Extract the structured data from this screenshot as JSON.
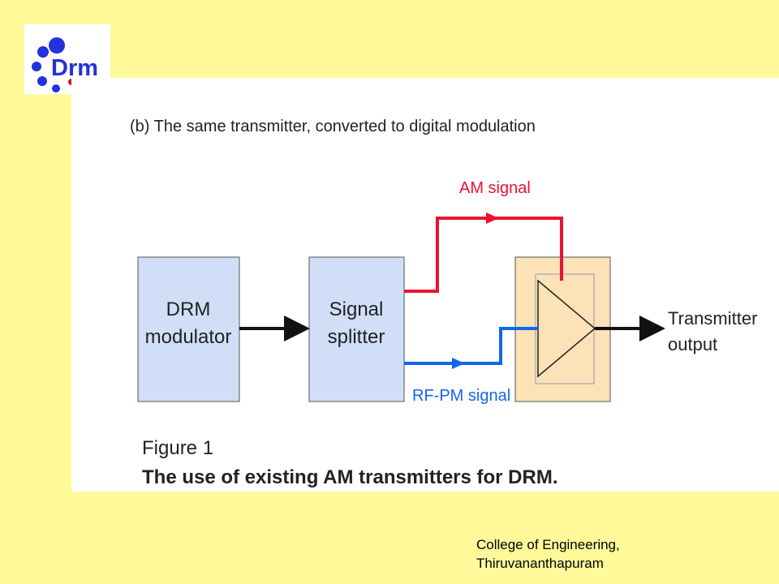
{
  "logo": {
    "text": "Drm",
    "colors": {
      "dots": "#2233dd",
      "text": "#2233dd",
      "accent_dot": "#dd1111"
    }
  },
  "diagram": {
    "subtitle": "(b) The same transmitter, converted to digital modulation",
    "blocks": {
      "drm_modulator": {
        "line1": "DRM",
        "line2": "modulator"
      },
      "signal_splitter": {
        "line1": "Signal",
        "line2": "splitter"
      },
      "amplifier": {
        "icon": "triangle-amplifier-icon"
      }
    },
    "labels": {
      "am_signal": "AM signal",
      "rf_pm_signal": "RF-PM signal",
      "output_line1": "Transmitter",
      "output_line2": "output"
    },
    "caption": {
      "line1": "Figure 1",
      "line2": "The use of existing AM transmitters for DRM."
    },
    "colors": {
      "block_fill": "#d0dff7",
      "amp_fill": "#fbe2b7",
      "am_path": "#ee1133",
      "rfpm_path": "#1166ee",
      "main_path": "#111111",
      "am_label": "#ee1133",
      "rfpm_label": "#1166ee"
    }
  },
  "footer": {
    "line1": "College of Engineering,",
    "line2": "Thiruvananthapuram"
  }
}
